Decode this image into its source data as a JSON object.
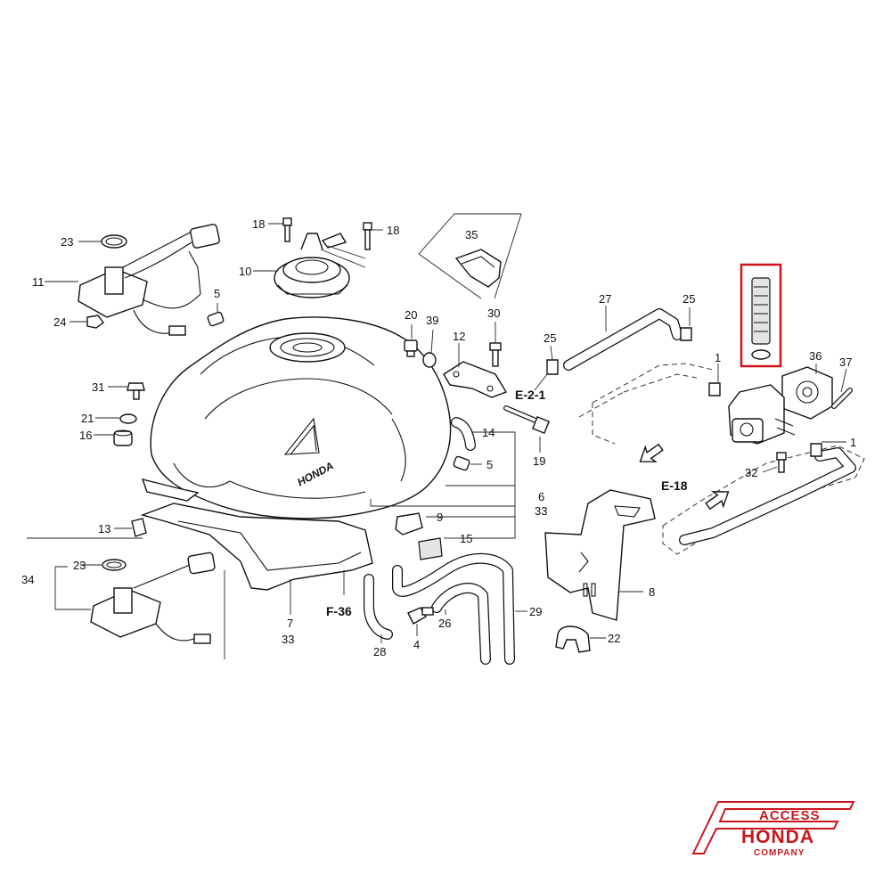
{
  "labels": {
    "p1a": "1",
    "p1b": "1",
    "p4": "4",
    "p5a": "5",
    "p5b": "5",
    "p6": "6",
    "p7": "7",
    "p8": "8",
    "p9": "9",
    "p10": "10",
    "p11": "11",
    "p12": "12",
    "p13": "13",
    "p14": "14",
    "p15": "15",
    "p16": "16",
    "p18a": "18",
    "p18b": "18",
    "p19": "19",
    "p20": "20",
    "p21": "21",
    "p22": "22",
    "p23a": "23",
    "p23b": "23",
    "p24": "24",
    "p25a": "25",
    "p25b": "25",
    "p26": "26",
    "p27": "27",
    "p28": "28",
    "p29": "29",
    "p30": "30",
    "p31": "31",
    "p32": "32",
    "p33a": "33",
    "p33b": "33",
    "p34": "34",
    "p35": "35",
    "p36": "36",
    "p37": "37",
    "p39": "39"
  },
  "refs": {
    "e21": "E-2-1",
    "e18": "E-18",
    "f36": "F-36"
  },
  "tank_emblem": "HONDA",
  "logo": {
    "line1": "ACCESS",
    "line2": "HONDA",
    "line3": "COMPANY",
    "color": "#c8171e"
  },
  "highlight_color": "#d0121b"
}
